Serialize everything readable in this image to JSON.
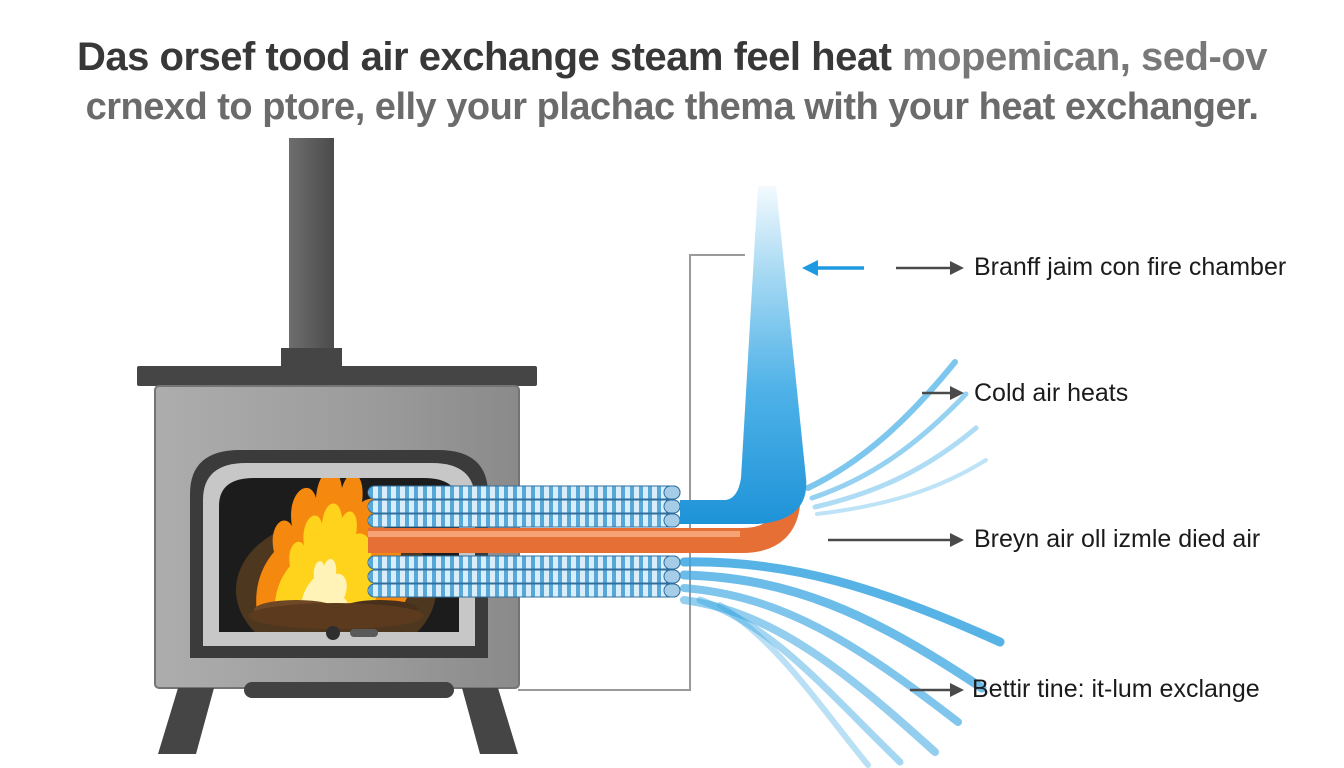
{
  "title": {
    "line1_dark": "Das orsef tood air exchange steam feel heat",
    "line1_gray": " mopemican, sed-ov",
    "line2": "crnexd to ptore, elly your plachac thema with your heat exchanger."
  },
  "labels": [
    {
      "text": "Branff jaim con fire chamber"
    },
    {
      "text": "Cold air heats"
    },
    {
      "text": "Breyn air oll izmle died air"
    },
    {
      "text": "Bettir tine: it-lum exclange"
    }
  ],
  "colors": {
    "cold_air_blue": "#1e93d8",
    "warm_air_orange": "#e8743c",
    "stove_gray": "#9b9b9b",
    "flame_yellow": "#ffd21c",
    "flame_orange": "#f5890f"
  }
}
